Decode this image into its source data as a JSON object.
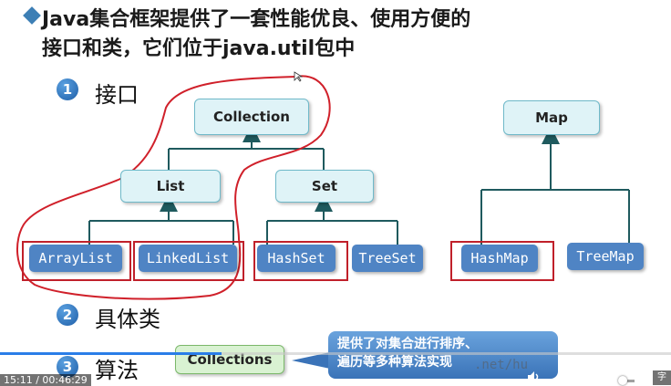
{
  "slide": {
    "heading_line1": "Java集合框架提供了一套性能优良、使用方便的",
    "heading_line2": "接口和类，它们位于java.util包中",
    "sections": [
      {
        "number": "1",
        "label": "接口"
      },
      {
        "number": "2",
        "label": "具体类"
      },
      {
        "number": "3",
        "label": "算法"
      }
    ],
    "interfaces": {
      "collection": "Collection",
      "list": "List",
      "set": "Set",
      "map": "Map"
    },
    "classes": {
      "arraylist": "ArrayList",
      "linkedlist": "LinkedList",
      "hashset": "HashSet",
      "treeset": "TreeSet",
      "hashmap": "HashMap",
      "treemap": "TreeMap"
    },
    "algorithms": {
      "collections": "Collections",
      "callout_line1": "提供了对集合进行排序、",
      "callout_line2": "遍历等多种算法实现"
    },
    "watermark": ".net/hu"
  },
  "player": {
    "time": "15:11 / 00:46:29",
    "progress_fraction": 0.33,
    "volume_fraction": 0.85,
    "cc_label": "字",
    "accent_color": "#2a7ee8"
  }
}
